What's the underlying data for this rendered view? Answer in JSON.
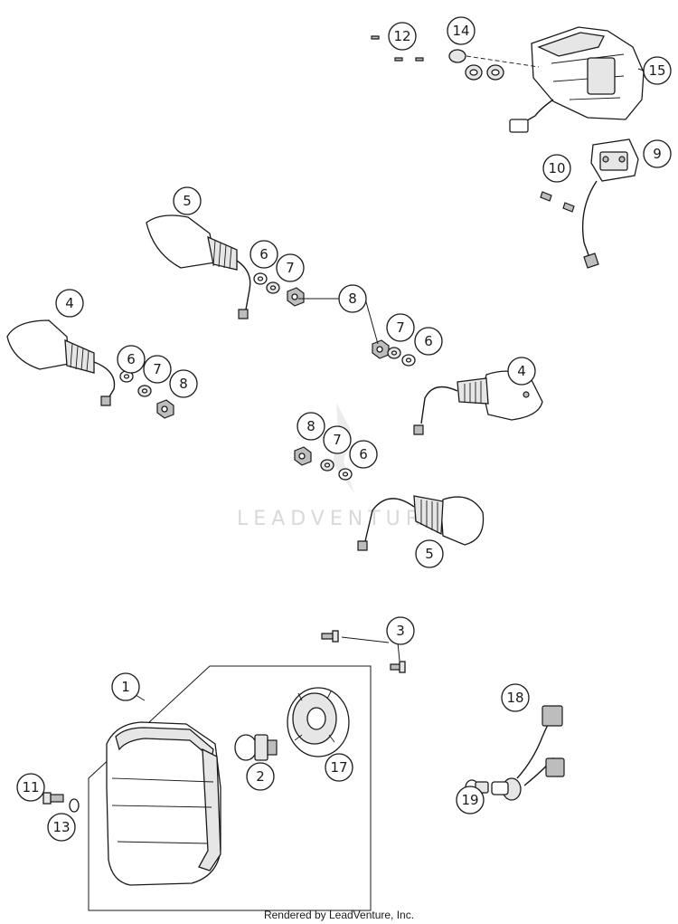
{
  "watermark": "LEADVENTURE",
  "footer": "Rendered by LeadVenture, Inc.",
  "callouts": [
    {
      "label": "12"
    },
    {
      "label": "14"
    },
    {
      "label": "15"
    },
    {
      "label": "9"
    },
    {
      "label": "10"
    },
    {
      "label": "5"
    },
    {
      "label": "6"
    },
    {
      "label": "7"
    },
    {
      "label": "8"
    },
    {
      "label": "4"
    },
    {
      "label": "6"
    },
    {
      "label": "7"
    },
    {
      "label": "8"
    },
    {
      "label": "7"
    },
    {
      "label": "6"
    },
    {
      "label": "4"
    },
    {
      "label": "8"
    },
    {
      "label": "7"
    },
    {
      "label": "6"
    },
    {
      "label": "5"
    },
    {
      "label": "3"
    },
    {
      "label": "1"
    },
    {
      "label": "2"
    },
    {
      "label": "17"
    },
    {
      "label": "11"
    },
    {
      "label": "13"
    },
    {
      "label": "18"
    },
    {
      "label": "19"
    }
  ]
}
